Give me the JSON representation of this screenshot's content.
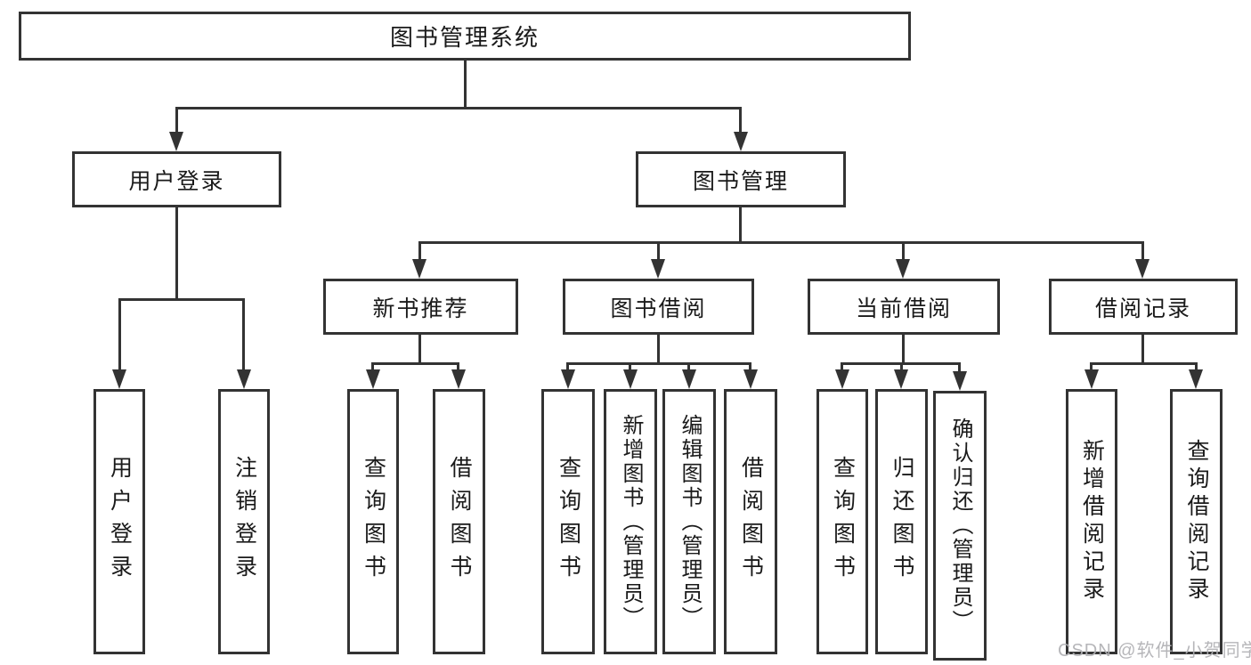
{
  "nodes": {
    "root": "图书管理系统",
    "level2": [
      "用户登录",
      "图书管理"
    ],
    "level3": [
      "新书推荐",
      "图书借阅",
      "当前借阅",
      "借阅记录"
    ],
    "login_children": [
      "用户登录",
      "注销登录"
    ],
    "recommend_children": [
      "查询图书",
      "借阅图书"
    ],
    "borrow_children": [
      "查询图书",
      "新增图书（管理员）",
      "编辑图书（管理员）",
      "借阅图书"
    ],
    "current_children": [
      "查询图书",
      "归还图书",
      "确认归还（管理员）"
    ],
    "records_children": [
      "新增借阅记录",
      "查询借阅记录"
    ]
  },
  "watermark": "CSDN @软件_小贺同学",
  "colors": {
    "line": "#333333",
    "text": "#1a1a1a",
    "background": "#ffffff",
    "watermark": "#b0b0b4"
  }
}
